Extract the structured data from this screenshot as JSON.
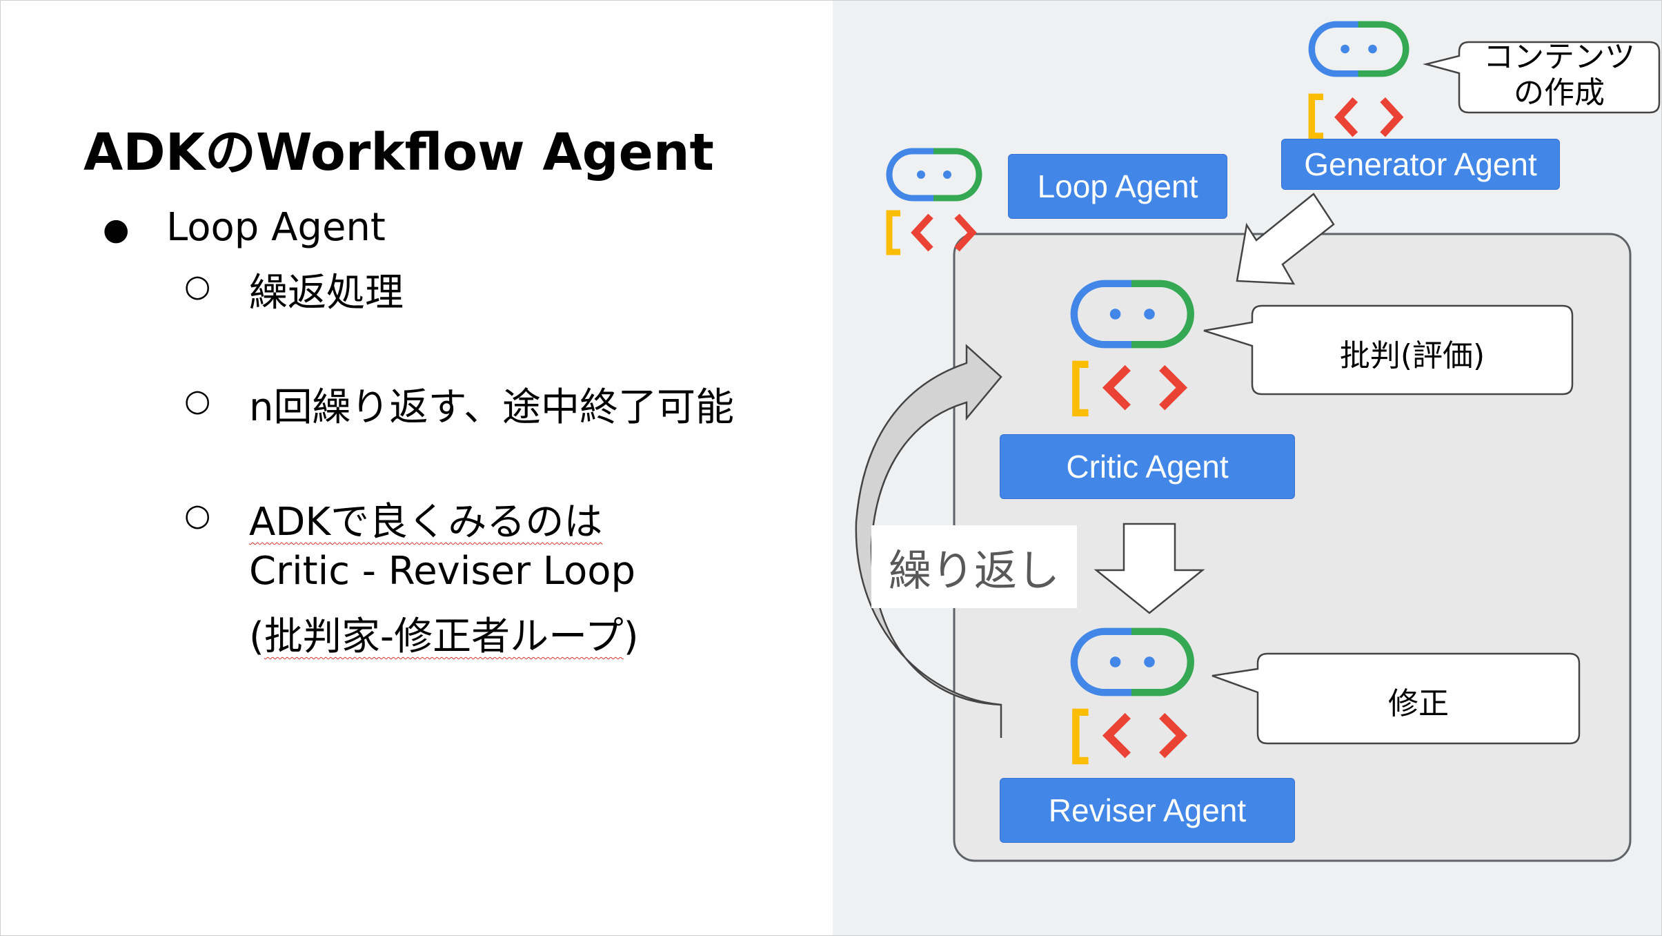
{
  "slide": {
    "title": "ADKのWorkflow Agent",
    "bullets": [
      {
        "symbol": "●",
        "text": "Loop Agent"
      },
      {
        "symbol": "○",
        "text": "繰返処理"
      },
      {
        "symbol": "○",
        "text": "n回繰り返す、途中終了可能"
      },
      {
        "symbol": "○",
        "lines": [
          "ADKで良くみるのは",
          "Critic - Reviser Loop",
          "(批判家-修正者ループ)"
        ]
      }
    ]
  },
  "diagram": {
    "loop_agent_label": "Loop Agent",
    "generator_agent_label": "Generator Agent",
    "critic_agent_label": "Critic Agent",
    "reviser_agent_label": "Reviser Agent",
    "generator_callout": [
      "コンテンツ",
      "の作成"
    ],
    "critic_callout": "批判(評価)",
    "reviser_callout": "修正",
    "loop_arrow_label": "繰り返し"
  },
  "colors": {
    "agent_blue": "#4287e8",
    "robot_green": "#34a853",
    "robot_yellow": "#fbbc04",
    "robot_red": "#ea4335",
    "panel_gray": "#eff0f2"
  },
  "icons": [
    "robot-icon-loop",
    "robot-icon-generator",
    "robot-icon-critic",
    "robot-icon-reviser"
  ]
}
